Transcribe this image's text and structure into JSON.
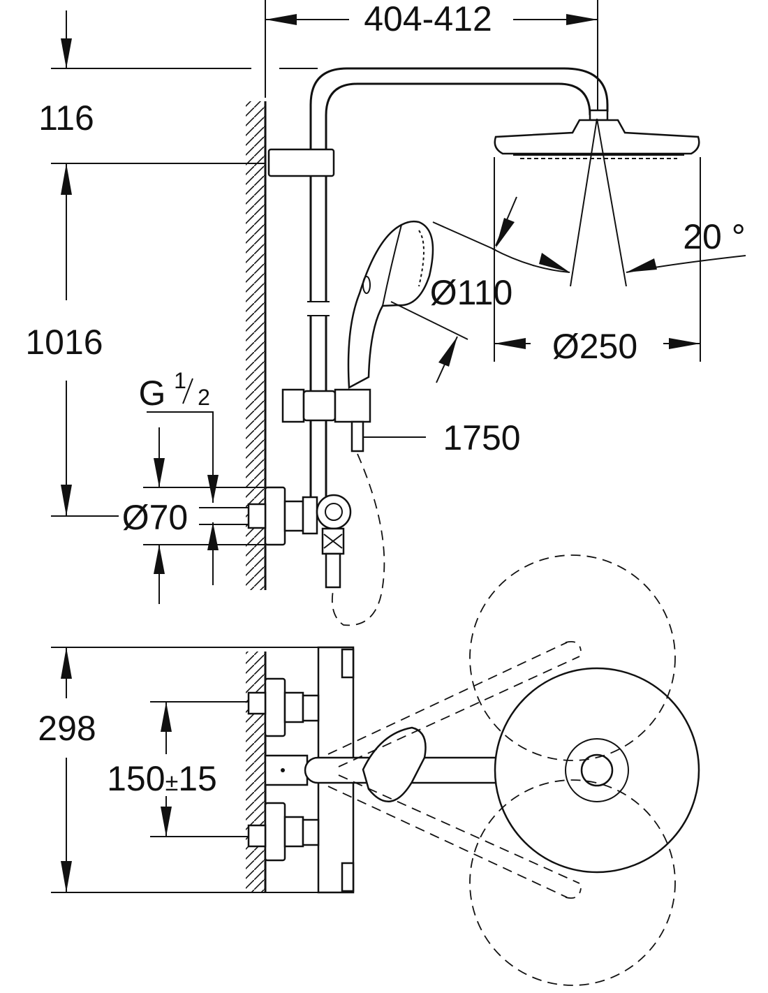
{
  "dimensions": {
    "projection": "404-412",
    "top_height": "116",
    "bar_height": "1016",
    "thread_main": "G",
    "thread_num": "1",
    "thread_den": "2",
    "rosette_diameter": "Ø70",
    "hand_shower_diameter": "Ø110",
    "head_shower_diameter": "Ø250",
    "head_angle": "20 °",
    "hose_length": "1750",
    "plan_depth": "298",
    "inlet_spacing": "150",
    "inlet_tolerance": "±",
    "inlet_tolerance_value": "15"
  }
}
